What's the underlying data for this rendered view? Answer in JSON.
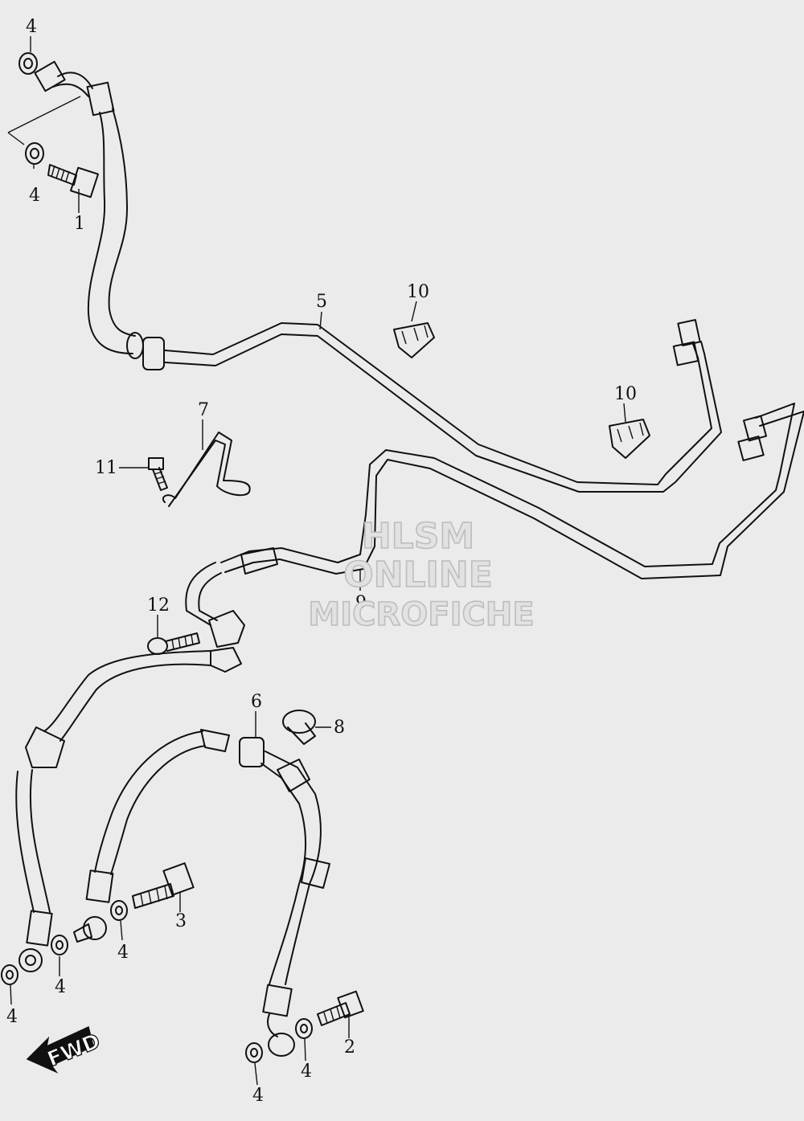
{
  "callouts": {
    "c4_top": "4",
    "c4_upper": "4",
    "c1": "1",
    "c5": "5",
    "c10_a": "10",
    "c10_b": "10",
    "c7": "7",
    "c11": "11",
    "c12": "12",
    "c9": "9",
    "c6": "6",
    "c8": "8",
    "c3": "3",
    "c4_mid": "4",
    "c4_left": "4",
    "c4_bottomleft": "4",
    "c2": "2",
    "c4_bottom_r": "4",
    "c4_bottom": "4"
  },
  "watermark": {
    "line1": "HLSM",
    "line2": "ONLINE",
    "line3": "MICROFICHE"
  },
  "fwd_label": "FWD"
}
